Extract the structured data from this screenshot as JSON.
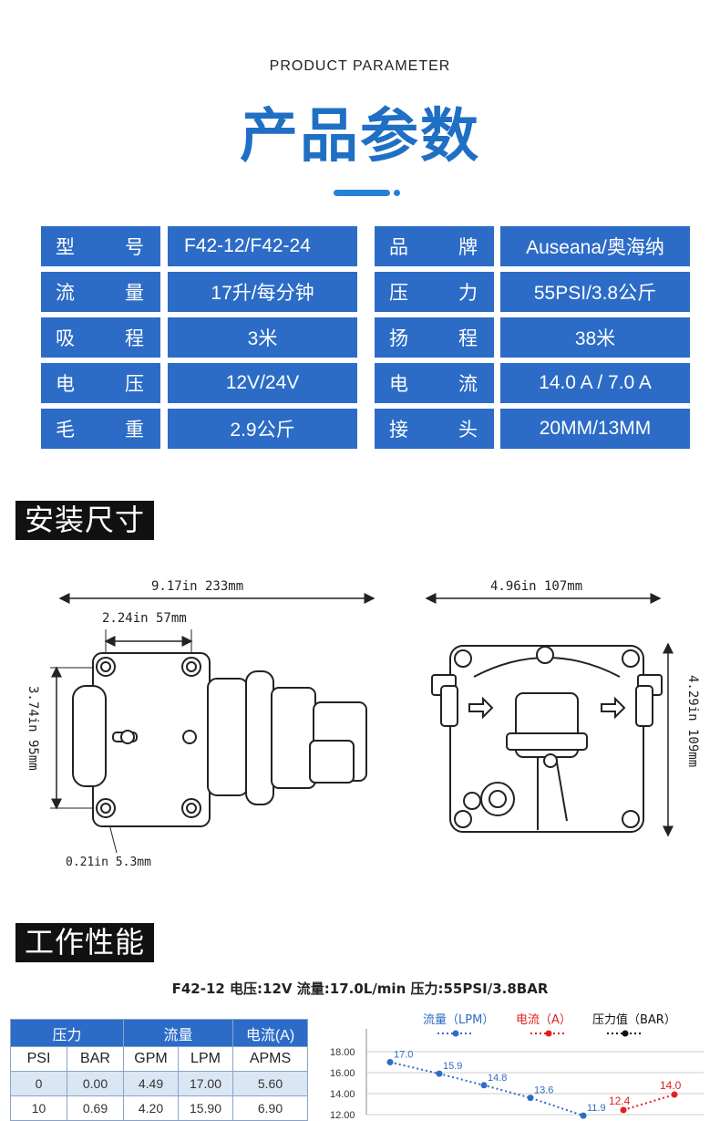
{
  "header": {
    "subtitle": "PRODUCT PARAMETER",
    "title": "产品参数"
  },
  "params": [
    {
      "l1a": "型",
      "l1b": "号",
      "v1": "F42-12/F42-24",
      "l2a": "品",
      "l2b": "牌",
      "v2": "Auseana/奥海纳"
    },
    {
      "l1a": "流",
      "l1b": "量",
      "v1": "17升/每分钟",
      "l2a": "压",
      "l2b": "力",
      "v2": "55PSI/3.8公斤"
    },
    {
      "l1a": "吸",
      "l1b": "程",
      "v1": "3米",
      "l2a": "扬",
      "l2b": "程",
      "v2": "38米"
    },
    {
      "l1a": "电",
      "l1b": "压",
      "v1": "12V/24V",
      "l2a": "电",
      "l2b": "流",
      "v2": "14.0 A / 7.0 A"
    },
    {
      "l1a": "毛",
      "l1b": "重",
      "v1": "2.9公斤",
      "l2a": "接",
      "l2b": "头",
      "v2": "20MM/13MM"
    }
  ],
  "install": {
    "heading": "安装尺寸",
    "length": "9.17in  233mm",
    "hole_spacing": "2.24in 57mm",
    "height": "3.74in  95mm",
    "hole_dia": "0.21in 5.3mm",
    "width": "4.96in 107mm",
    "height2": "4.29in 109mm"
  },
  "perf": {
    "heading": "工作性能",
    "spec": "F42-12   电压:12V   流量:17.0L/min    压力:55PSI/3.8BAR",
    "table_headers": [
      "压力",
      "流量",
      "电流(A)"
    ],
    "sub_headers": [
      "PSI",
      "BAR",
      "GPM",
      "LPM",
      "APMS"
    ],
    "rows": [
      [
        "0",
        "0.00",
        "4.49",
        "17.00",
        "5.60"
      ],
      [
        "10",
        "0.69",
        "4.20",
        "15.90",
        "6.90"
      ]
    ]
  },
  "chart_data": {
    "type": "line",
    "title": "",
    "legend": [
      "流量（LPM）",
      "电流（A）",
      "压力值（BAR）"
    ],
    "y_ticks": [
      "18.00",
      "16.00",
      "14.00",
      "12.00"
    ],
    "ylim": [
      12,
      18
    ],
    "colors": {
      "flow": "#2c6cc7",
      "current": "#e02020",
      "pressure": "#111111"
    },
    "series": [
      {
        "name": "流量（LPM）",
        "values": [
          17.0,
          15.9,
          14.8,
          13.6,
          11.9
        ]
      },
      {
        "name": "电流（A）",
        "values": [
          12.4,
          14.0
        ]
      }
    ],
    "flow_labels": [
      "17.0",
      "15.9",
      "14.8",
      "13.6",
      "11.9"
    ],
    "current_labels": [
      "12.4",
      "14.0"
    ]
  }
}
